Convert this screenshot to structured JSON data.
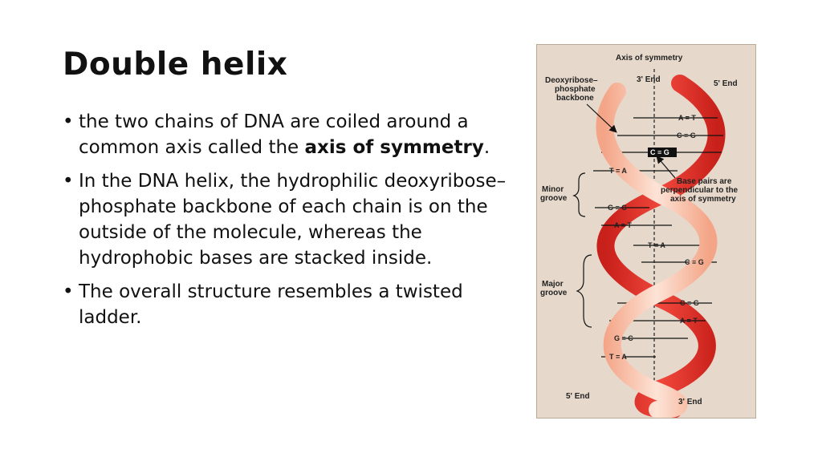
{
  "slide": {
    "title": "Double helix",
    "bullets": [
      {
        "pre": "the two chains of DNA are coiled around a common axis called the ",
        "bold": "axis of symmetry",
        "post": "."
      },
      {
        "text": "In the DNA helix, the hydrophilic deoxyribose–phosphate backbone of each chain is on the outside of the molecule, whereas the hydrophobic bases are stacked inside."
      },
      {
        "text": "The overall structure resembles a twisted ladder."
      }
    ]
  },
  "figure": {
    "axis_label": "Axis of symmetry",
    "backbone_label_1": "Deoxyribose–",
    "backbone_label_2": "phosphate",
    "backbone_label_3": "backbone",
    "top_left_end": "3' End",
    "top_right_end": "5' End",
    "bottom_left_end": "5' End",
    "bottom_right_end": "3' End",
    "minor_groove_1": "Minor",
    "minor_groove_2": "groove",
    "major_groove_1": "Major",
    "major_groove_2": "groove",
    "base_pair_note_1": "Base pairs are",
    "base_pair_note_2": "perpendicular to the",
    "base_pair_note_3": "axis of symmetry",
    "base_pairs": [
      "A = T",
      "C ≡ G",
      "C ≡ G",
      "T = A",
      "G ≡ C",
      "A = T",
      "T = A",
      "C ≡ G",
      "C ≡ G",
      "A = T",
      "G ≡ C",
      "T = A"
    ],
    "colors": {
      "strand_dark": "#e8443a",
      "strand_light": "#f7b79e",
      "background": "#e6d9cb"
    }
  }
}
